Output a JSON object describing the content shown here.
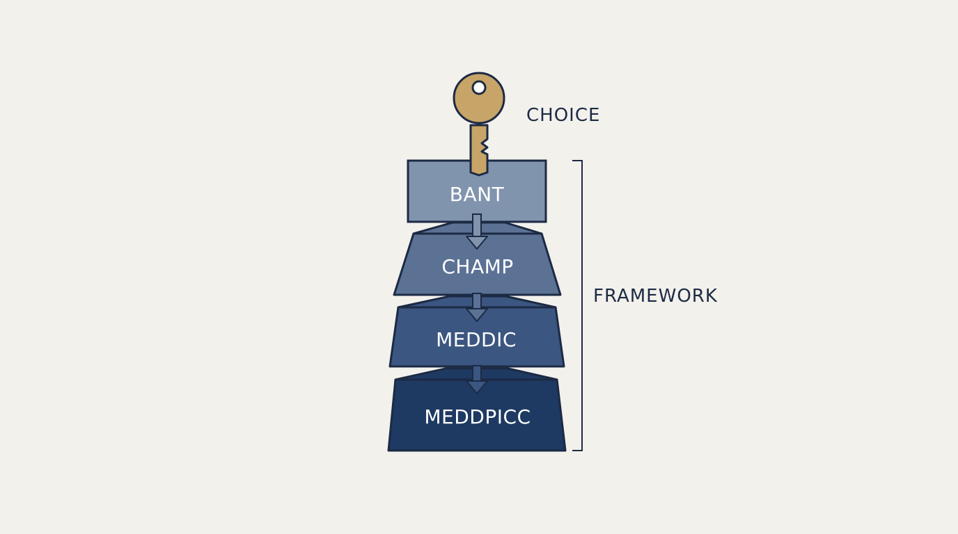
{
  "diagram": {
    "key_label": "CHOICE",
    "bracket_label": "FRAMEWORK",
    "tiers": [
      {
        "label": "BANT",
        "color": "#8194ae"
      },
      {
        "label": "CHAMP",
        "color": "#5b7295"
      },
      {
        "label": "MEDDIC",
        "color": "#3b5680"
      },
      {
        "label": "MEDDPICC",
        "color": "#1e3a62"
      }
    ],
    "colors": {
      "background": "#f3f1ec",
      "outline": "#1c2a44",
      "key": "#c7a467",
      "text_dark": "#1c2a44"
    }
  }
}
